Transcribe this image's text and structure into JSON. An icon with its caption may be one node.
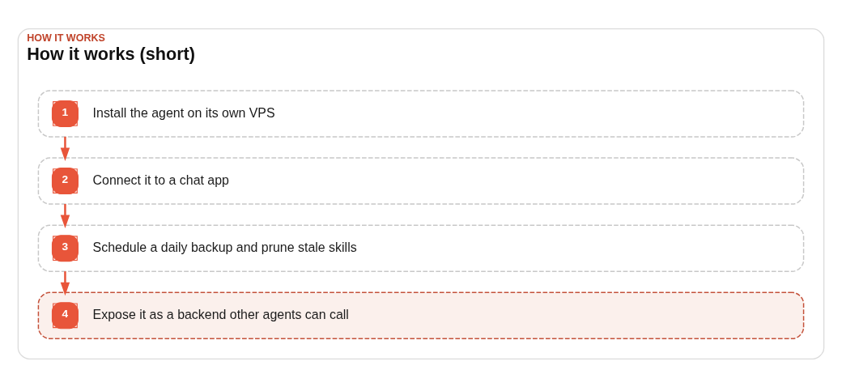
{
  "diagram": {
    "nodes": [
      {
        "text": [
          "HOW IT WORKS",
          "How it works (short)"
        ]
      },
      {
        "text": [
          "1",
          "Install the agent on its own VPS"
        ],
        "in": 0
      },
      {
        "text": [
          "2",
          "Connect it to a chat app"
        ],
        "in": 0
      },
      {
        "text": [
          "3",
          "Schedule a daily backup and prune stale skills"
        ],
        "in": 0
      },
      {
        "text": [
          "4",
          "Expose it as a backend other agents can call"
        ],
        "in": 0
      }
    ],
    "edges": [
      {
        "from": 1,
        "to": 2,
        "arrow": "to"
      },
      {
        "from": 2,
        "to": 3,
        "arrow": "to"
      },
      {
        "from": 3,
        "to": 4,
        "arrow": "to"
      }
    ]
  }
}
